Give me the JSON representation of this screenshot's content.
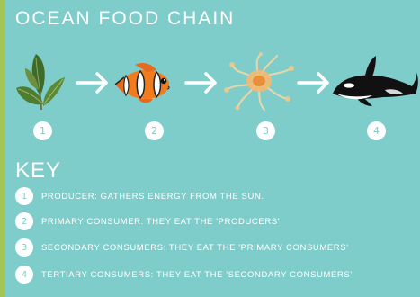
{
  "title": "OCEAN FOOD CHAIN",
  "chain": [
    {
      "number": "1",
      "icon": "seaweed-icon"
    },
    {
      "number": "2",
      "icon": "clownfish-icon"
    },
    {
      "number": "3",
      "icon": "jellyfish-icon"
    },
    {
      "number": "4",
      "icon": "orca-icon"
    }
  ],
  "key": {
    "heading": "KEY",
    "items": [
      {
        "number": "1",
        "text": "PRODUCER: GATHERS ENERGY FROM THE SUN."
      },
      {
        "number": "2",
        "text": "PRIMARY CONSUMER: THEY EAT THE 'PRODUCERS'"
      },
      {
        "number": "3",
        "text": "SECONDARY CONSUMERS: THEY EAT THE 'PRIMARY CONSUMERS'"
      },
      {
        "number": "4",
        "text": "TERTIARY CONSUMERS: THEY EAT THE 'SECONDARY CONSUMERS'"
      }
    ]
  },
  "colors": {
    "background": "#7fcdcb",
    "accent_edge": "#a3c653",
    "text": "#ffffff"
  }
}
